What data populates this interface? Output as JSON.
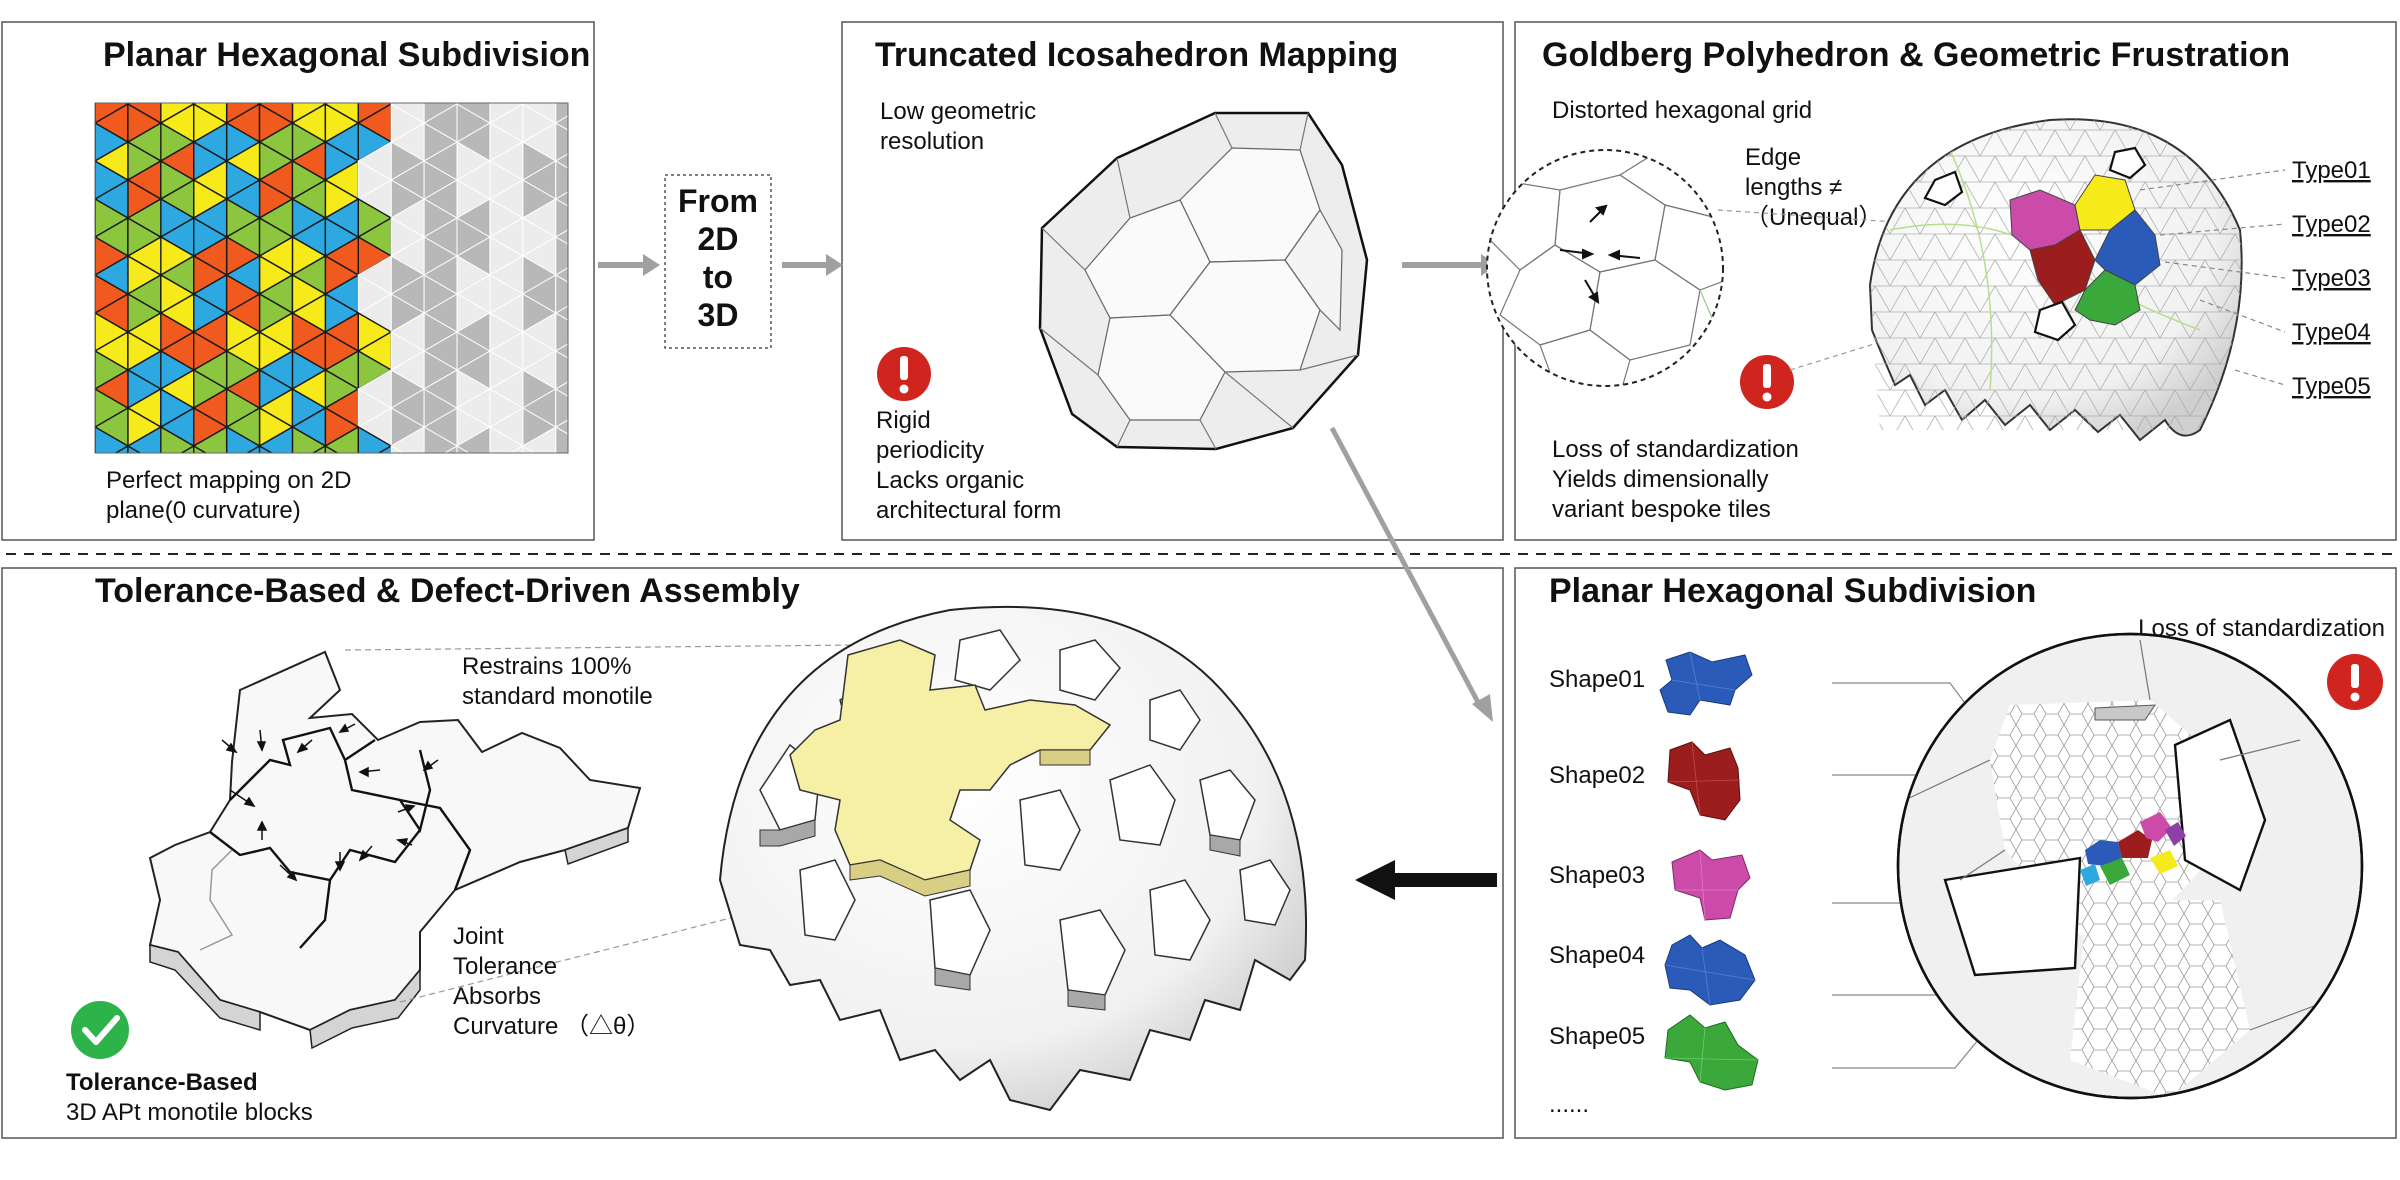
{
  "panels": {
    "p1": {
      "title": "Planar Hexagonal Subdivision",
      "caption_lines": [
        "Perfect mapping on 2D",
        "plane(0 curvature)"
      ]
    },
    "from_box": {
      "lines": [
        "From",
        "2D",
        "to",
        "3D"
      ]
    },
    "p2": {
      "title": "Truncated Icosahedron Mapping",
      "note_lines": [
        "Low geometric",
        "resolution"
      ],
      "warn_lines": [
        "Rigid",
        "periodicity",
        "Lacks organic",
        "architectural form"
      ]
    },
    "p3": {
      "title": "Goldberg Polyhedron & Geometric Frustration",
      "grid_label": "Distorted hexagonal grid",
      "edge_lines": [
        "Edge",
        "lengths ≠",
        "（Unequal）"
      ],
      "loss_lines": [
        "Loss of standardization",
        "Yields dimensionally",
        "variant bespoke tiles"
      ],
      "types": [
        "Type01",
        "Type02",
        "Type03",
        "Type04",
        "Type05"
      ]
    },
    "p4": {
      "title": "Tolerance-Based & Defect-Driven Assembly",
      "restrains_lines": [
        "Restrains 100%",
        "standard monotile"
      ],
      "joint_lines": [
        "Joint",
        "Tolerance",
        "Absorbs",
        "Curvature （△θ）"
      ],
      "badge_title": "Tolerance-Based",
      "badge_sub": "3D APt monotile blocks"
    },
    "p5": {
      "title": "Planar Hexagonal Subdivision",
      "loss_label": "Loss of standardization",
      "shapes": [
        "Shape01",
        "Shape02",
        "Shape03",
        "Shape04",
        "Shape05"
      ],
      "more": "......"
    }
  },
  "colors": {
    "orange": "#f05a1e",
    "blue": "#2ea8e0",
    "yellow": "#f7ea1a",
    "green": "#8cc63f",
    "grey": "#b8b8b8",
    "lightgrey": "#ececec",
    "warning_red": "#d0241f",
    "check_green": "#2db34a",
    "pale_yellow": "#f6efa6",
    "shape_blue": "#2a5bb8",
    "shape_red": "#9c1d1d",
    "shape_pink": "#cc4aa8",
    "shape_green": "#3aa83a"
  },
  "icons": [
    "arrow-right-icon",
    "arrow-left-icon",
    "warning-icon",
    "check-icon"
  ]
}
